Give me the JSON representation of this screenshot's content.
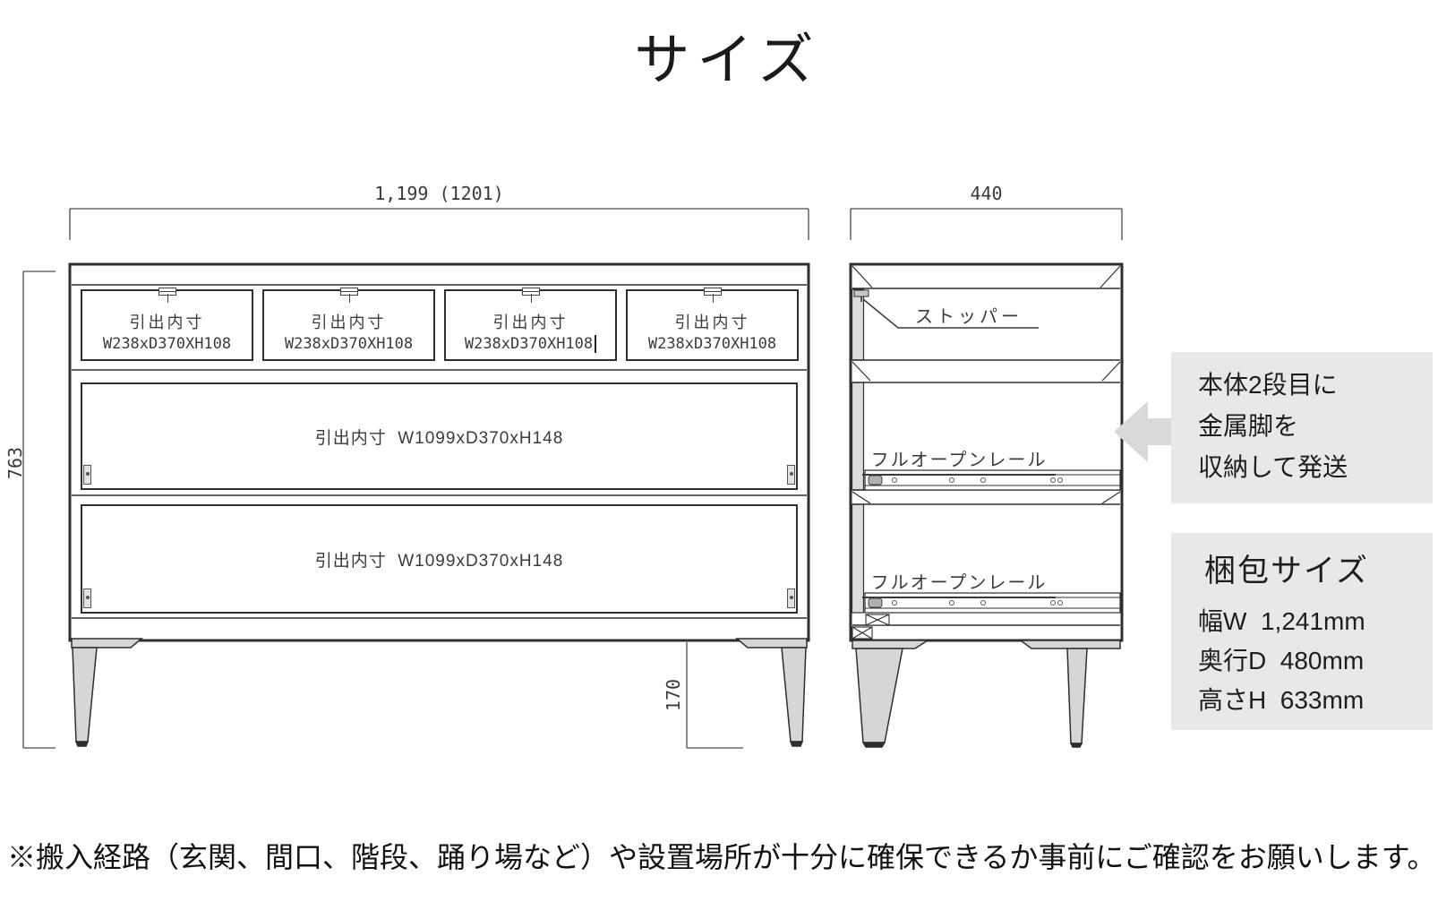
{
  "title": "サイズ",
  "front_view": {
    "width_dim": "1,199 (1201)",
    "height_dim": "763",
    "leg_height_dim": "170",
    "small_drawers": [
      {
        "line1": "引出内寸",
        "line2": "W238xD370XH108"
      },
      {
        "line1": "引出内寸",
        "line2": "W238xD370XH108"
      },
      {
        "line1": "引出内寸",
        "line2": "W238xD370XH108"
      },
      {
        "line1": "引出内寸",
        "line2": "W238xD370XH108"
      }
    ],
    "large_drawers": [
      {
        "label": "引出内寸  W1099xD370xH148"
      },
      {
        "label": "引出内寸  W1099xD370xH148"
      }
    ]
  },
  "side_view": {
    "width_dim": "440",
    "stopper_label": "ストッパー",
    "rail_labels": [
      "フルオープンレール",
      "フルオープンレール"
    ]
  },
  "shipping_note": {
    "lines": [
      "本体2段目に",
      "金属脚を",
      "収納して発送"
    ]
  },
  "packing": {
    "title": "梱包サイズ",
    "rows": [
      "幅W  1,241mm",
      "奥行D  480mm",
      "高さH  633mm"
    ]
  },
  "footer_note": "※搬入経路（玄関、間口、階段、踊り場など）や設置場所が十分に確保できるか事前にご確認をお願いします。",
  "colors": {
    "line": "#2e2e2e",
    "dim_text": "#3a3a3a",
    "panel_bg": "#e8e8ea",
    "arrow": "#d9d9db",
    "leg_fill": "#d6d6d6"
  }
}
